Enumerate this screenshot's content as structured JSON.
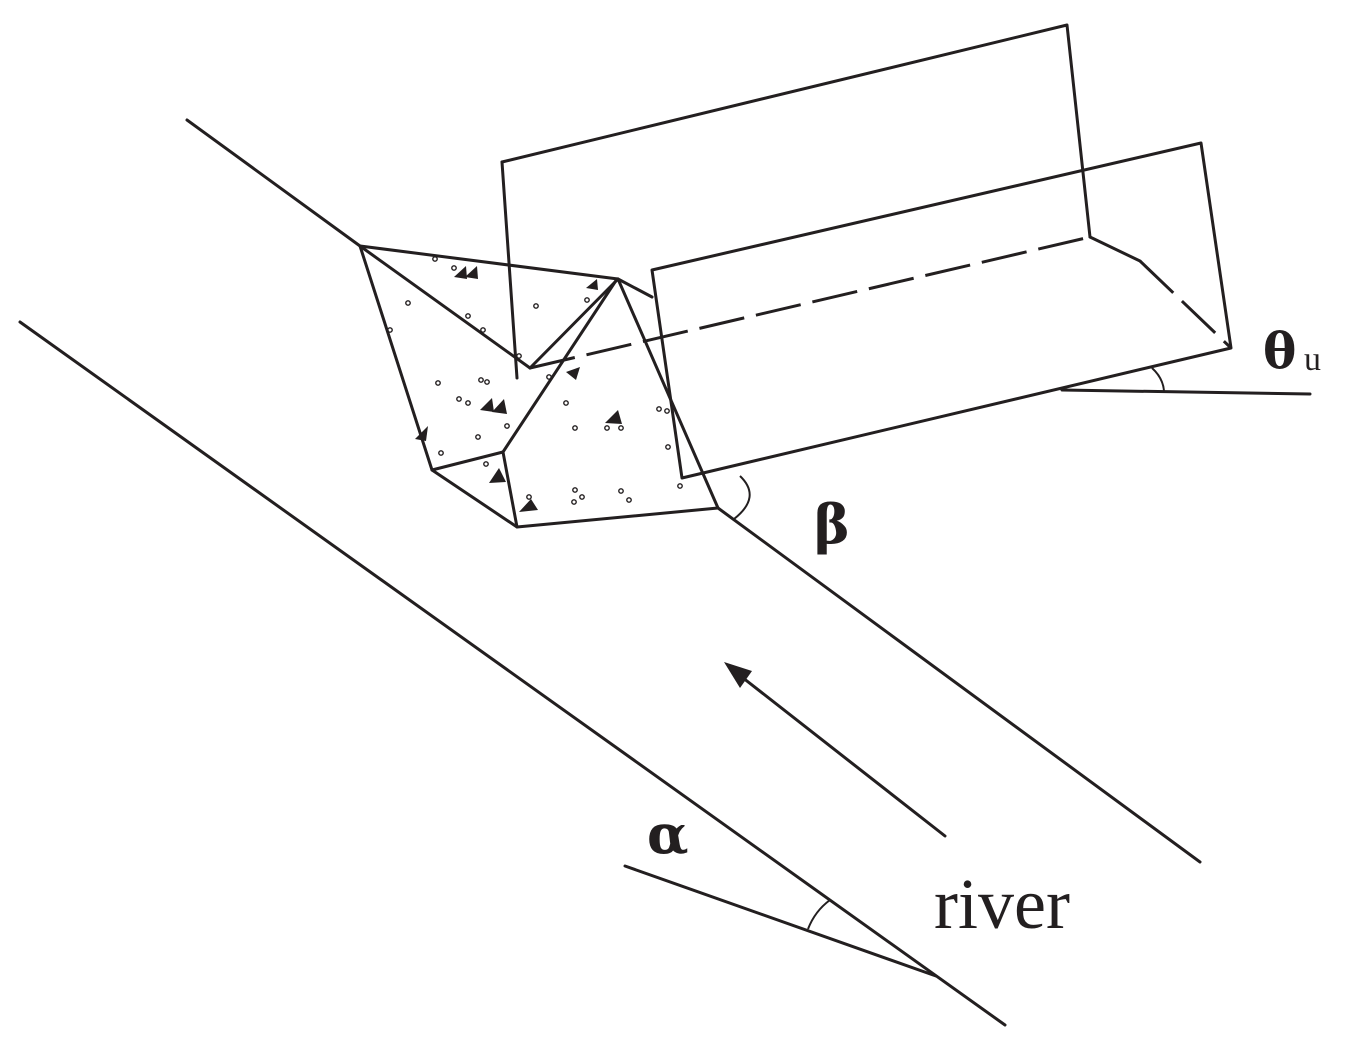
{
  "diagram": {
    "labels": {
      "theta_main": "θ",
      "theta_sub": "u",
      "beta": "β",
      "alpha": "α",
      "river": "river"
    },
    "colors": {
      "line": "#231f20",
      "background": "#ffffff"
    }
  }
}
